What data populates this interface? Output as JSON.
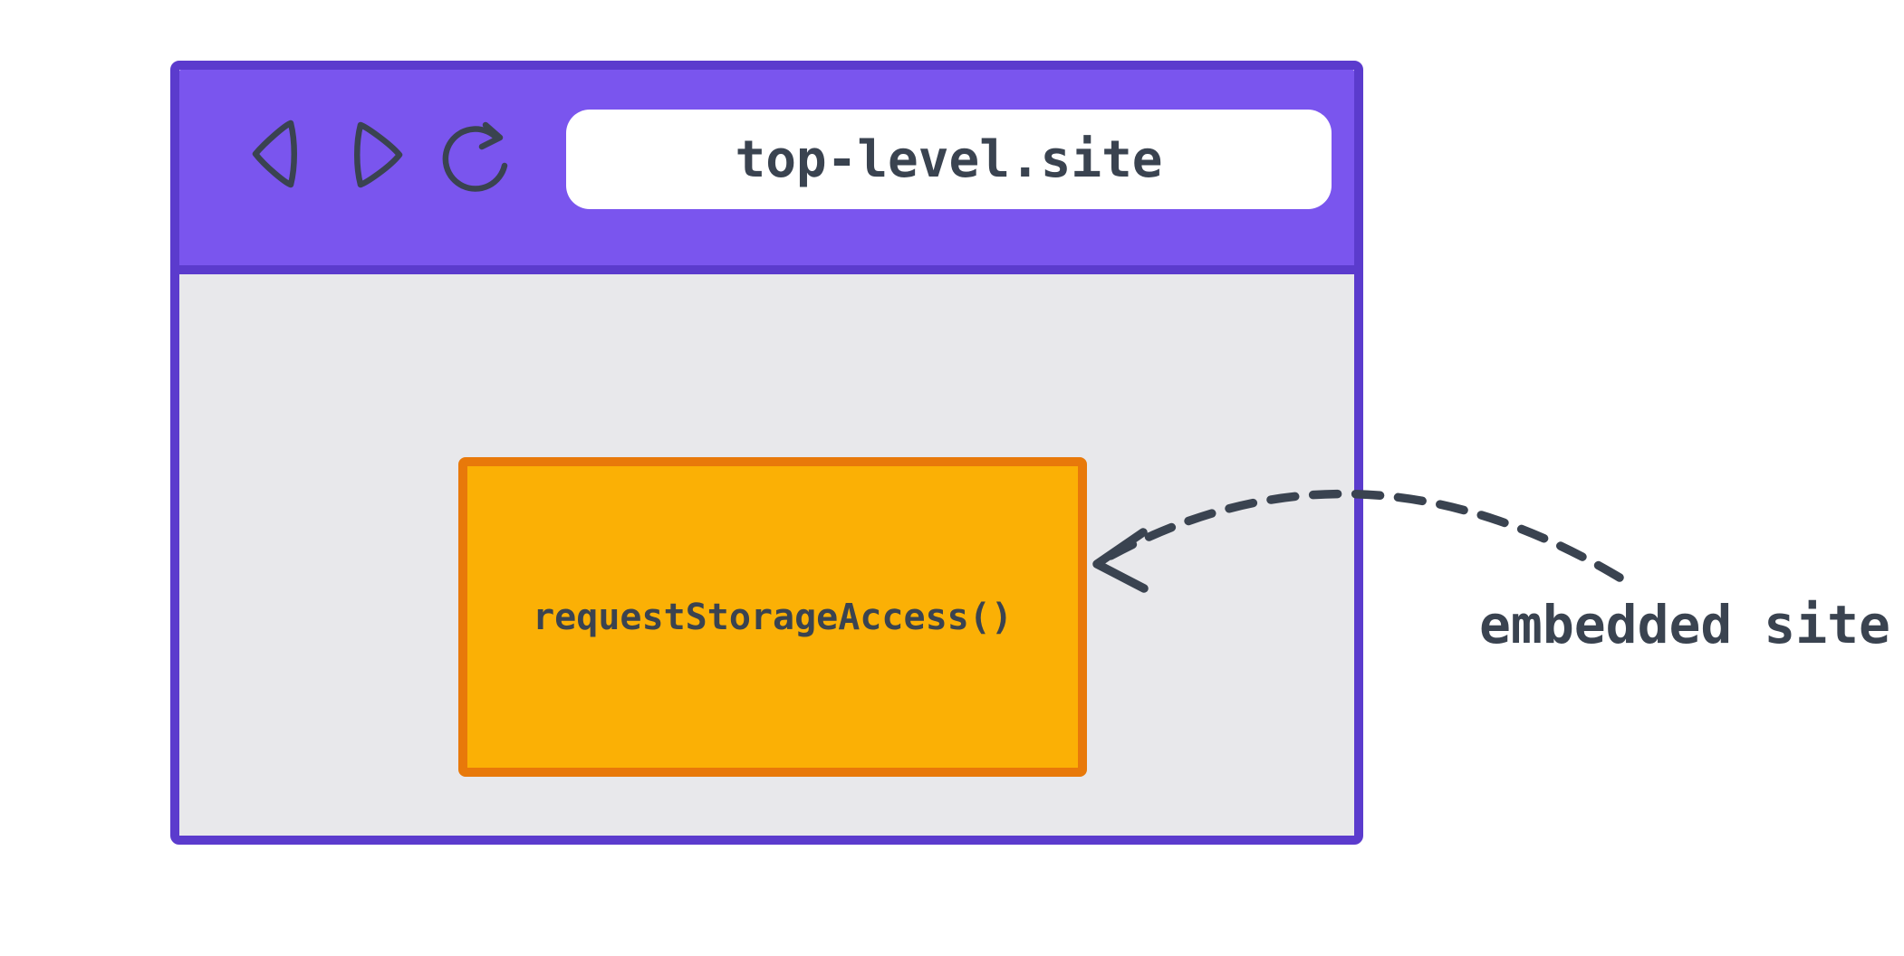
{
  "colors": {
    "page_bg": "#ffffff",
    "window_border": "#5b3bcd",
    "toolbar": "#7a55ee",
    "content_bg": "#e8e8eb",
    "address_bar_bg": "#ffffff",
    "frame_fill": "#fbb005",
    "frame_border": "#e8790a",
    "ink": "#3a4350"
  },
  "browser_window": {
    "toolbar": {
      "back_icon": "back-triangle",
      "forward_icon": "forward-triangle",
      "reload_icon": "reload-circular-arrow",
      "address_bar": {
        "value": "top-level.site"
      }
    },
    "content": {
      "embedded_frame": {
        "label": "requestStorageAccess()"
      }
    }
  },
  "annotation": {
    "label": "embedded site",
    "arrow": "dashed curved arrow pointing from label toward embedded frame"
  }
}
